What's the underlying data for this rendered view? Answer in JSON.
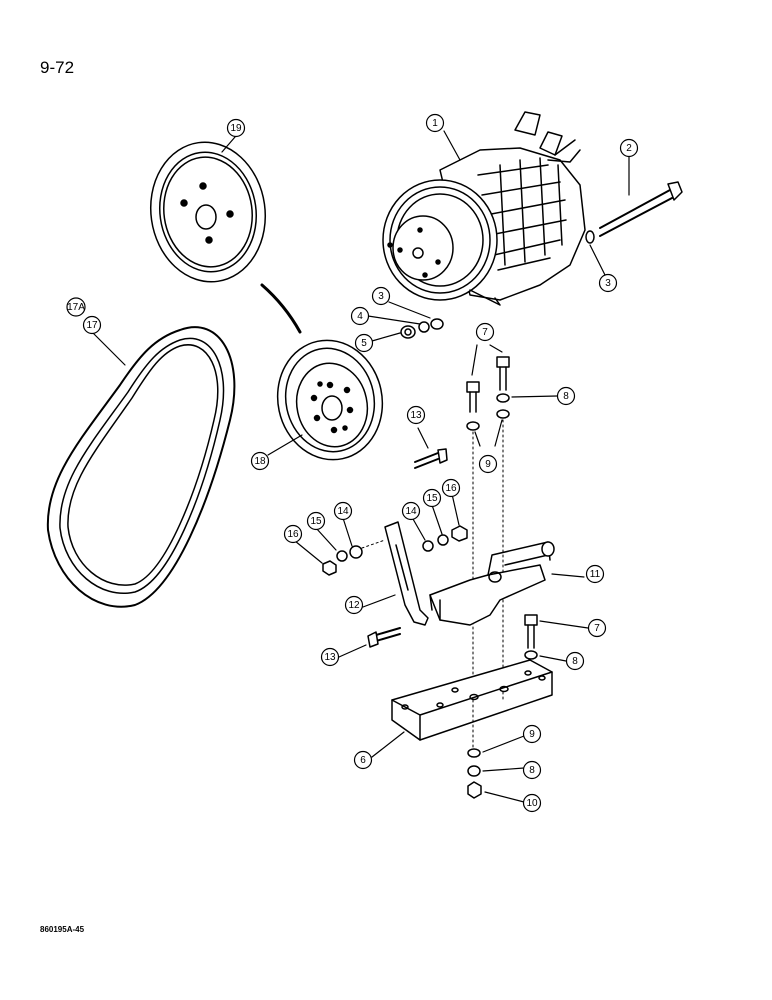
{
  "page": {
    "number": "9-72",
    "figure_code": "860195A-45"
  },
  "callouts": [
    {
      "id": "c1",
      "label": "1"
    },
    {
      "id": "c2",
      "label": "2"
    },
    {
      "id": "c3a",
      "label": "3"
    },
    {
      "id": "c3b",
      "label": "3"
    },
    {
      "id": "c4",
      "label": "4"
    },
    {
      "id": "c5",
      "label": "5"
    },
    {
      "id": "c6",
      "label": "6"
    },
    {
      "id": "c7a",
      "label": "7"
    },
    {
      "id": "c7b",
      "label": "7"
    },
    {
      "id": "c8a",
      "label": "8"
    },
    {
      "id": "c8b",
      "label": "8"
    },
    {
      "id": "c8c",
      "label": "8"
    },
    {
      "id": "c9a",
      "label": "9"
    },
    {
      "id": "c9b",
      "label": "9"
    },
    {
      "id": "c10",
      "label": "10"
    },
    {
      "id": "c11",
      "label": "11"
    },
    {
      "id": "c12",
      "label": "12"
    },
    {
      "id": "c13a",
      "label": "13"
    },
    {
      "id": "c13b",
      "label": "13"
    },
    {
      "id": "c14a",
      "label": "14"
    },
    {
      "id": "c14b",
      "label": "14"
    },
    {
      "id": "c15a",
      "label": "15"
    },
    {
      "id": "c15b",
      "label": "15"
    },
    {
      "id": "c16a",
      "label": "16"
    },
    {
      "id": "c16b",
      "label": "16"
    },
    {
      "id": "c17",
      "label": "17"
    },
    {
      "id": "c17a",
      "label": "17A"
    },
    {
      "id": "c18",
      "label": "18"
    },
    {
      "id": "c19",
      "label": "19"
    }
  ]
}
